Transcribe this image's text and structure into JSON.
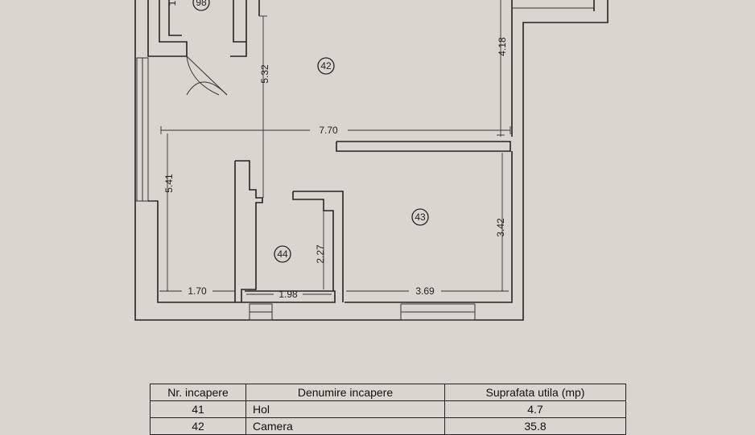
{
  "plan": {
    "rooms": [
      {
        "id": "r98",
        "label": "98"
      },
      {
        "id": "r42",
        "label": "42"
      },
      {
        "id": "r43",
        "label": "43"
      },
      {
        "id": "r44",
        "label": "44"
      }
    ],
    "dimensions": {
      "d532": "5.32",
      "d418": "4.18",
      "d770": "7.70",
      "d541": "5.41",
      "d342": "3.42",
      "d227": "2.27",
      "d170": "1.70",
      "d198": "1.98",
      "d369": "3.69",
      "d1": "1"
    }
  },
  "table": {
    "headers": [
      "Nr. incapere",
      "Denumire incapere",
      "Suprafata utila (mp)"
    ],
    "rows": [
      [
        "41",
        "Hol",
        "4.7"
      ],
      [
        "42",
        "Camera",
        "35.8"
      ]
    ]
  }
}
